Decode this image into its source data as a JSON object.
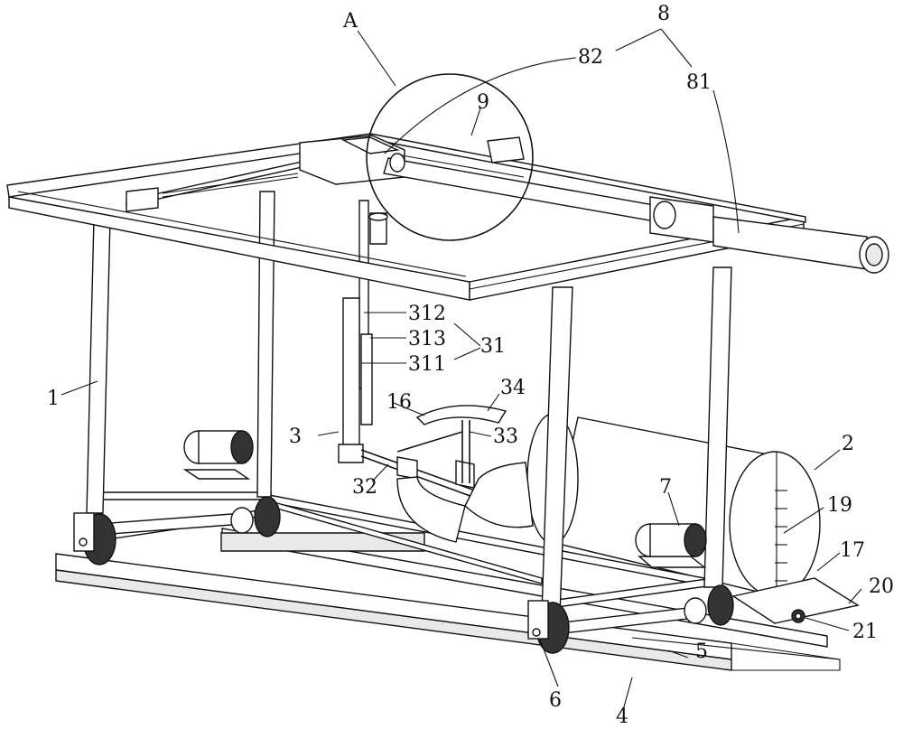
{
  "figure": {
    "labels": {
      "A": "A",
      "n8": "8",
      "n82": "82",
      "n81": "81",
      "n9": "9",
      "n312": "312",
      "n313": "313",
      "n31": "31",
      "n311": "311",
      "n1": "1",
      "n34": "34",
      "n16": "16",
      "n3": "3",
      "n33": "33",
      "n32": "32",
      "n2": "2",
      "n7": "7",
      "n19": "19",
      "n17": "17",
      "n20": "20",
      "n21": "21",
      "n5": "5",
      "n6": "6",
      "n4": "4"
    }
  }
}
